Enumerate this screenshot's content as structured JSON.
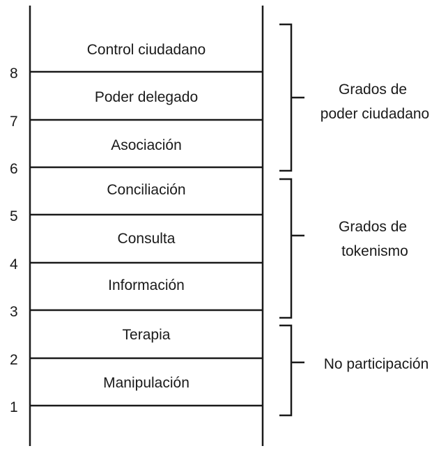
{
  "rungs": [
    {
      "level": "8",
      "label": "Control ciudadano"
    },
    {
      "level": "7",
      "label": "Poder delegado"
    },
    {
      "level": "6",
      "label": "Asociación"
    },
    {
      "level": "5",
      "label": "Conciliación"
    },
    {
      "level": "4",
      "label": "Consulta"
    },
    {
      "level": "3",
      "label": "Información"
    },
    {
      "level": "2",
      "label": "Terapia"
    },
    {
      "level": "1",
      "label": "Manipulación"
    }
  ],
  "groups": [
    {
      "lines": [
        "Grados de",
        "poder ciudadano"
      ],
      "from_level": 6,
      "to_level": 8
    },
    {
      "lines": [
        "Grados de",
        "tokenismo"
      ],
      "from_level": 3,
      "to_level": 5
    },
    {
      "lines": [
        "No participación"
      ],
      "from_level": 1,
      "to_level": 2
    }
  ],
  "colors": {
    "line": "#1a1a1a",
    "text": "#1a1a1a"
  }
}
